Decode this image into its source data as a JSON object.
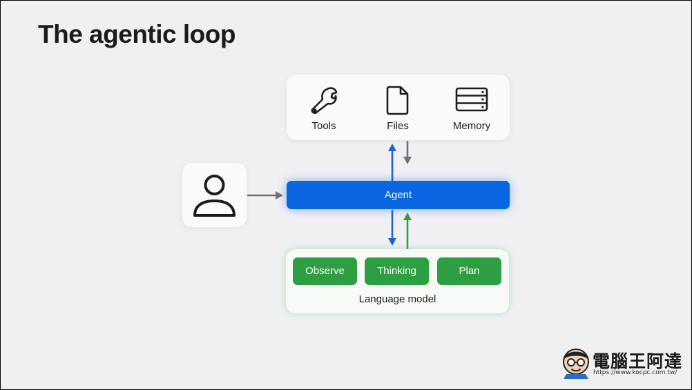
{
  "slide": {
    "title": "The agentic loop"
  },
  "resources": {
    "items": [
      {
        "label": "Tools",
        "icon": "wrench-icon"
      },
      {
        "label": "Files",
        "icon": "file-icon"
      },
      {
        "label": "Memory",
        "icon": "server-icon"
      }
    ]
  },
  "user": {
    "icon": "person-icon"
  },
  "agent": {
    "label": "Agent"
  },
  "language_model": {
    "label": "Language model",
    "steps": [
      "Observe",
      "Thinking",
      "Plan"
    ]
  },
  "colors": {
    "agent_blue": "#0a66e0",
    "model_green": "#2e9e43",
    "arrow_gray": "#707070",
    "arrow_blue": "#1a64d6",
    "arrow_green": "#2e9e43"
  },
  "watermark": {
    "text": "電腦王阿達",
    "url": "https://www.kocpc.com.tw/"
  }
}
